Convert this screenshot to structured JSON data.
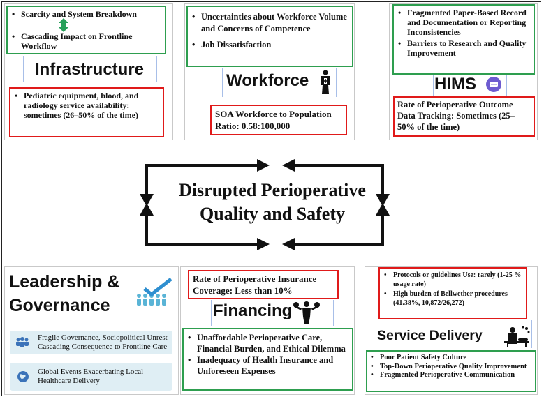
{
  "infrastructure": {
    "title": "Infrastructure",
    "green_items": [
      "Scarcity and System Breakdown",
      "Cascading Impact on Frontline Workflow"
    ],
    "red_text": "Pediatric equipment, blood, and radiology service availability: sometimes (26–50% of the time)"
  },
  "workforce": {
    "title": "Workforce",
    "green_items": [
      "Uncertainties about Workforce Volume and Concerns of Competence",
      "Job Dissatisfaction"
    ],
    "red_text": "SOA Workforce to Population Ratio: 0.58:100,000"
  },
  "hims": {
    "title": "HIMS",
    "green_items": [
      "Fragmented Paper-Based Record and Documentation or Reporting Inconsistencies",
      "Barriers to Research and Quality Improvement"
    ],
    "red_text": "Rate of Perioperative Outcome Data Tracking: Sometimes (25–50% of the time)"
  },
  "center": {
    "line1": "Disrupted Perioperative",
    "line2": "Quality and Safety"
  },
  "leadership": {
    "title_line1": "Leadership &",
    "title_line2": "Governance",
    "items": [
      "Fragile Governance, Sociopolitical Unrest Cascading Consequence to Frontline Care",
      "Global Events Exacerbating Local Healthcare Delivery"
    ]
  },
  "financing": {
    "title": "Financing",
    "red_text": "Rate of Perioperative Insurance Coverage: Less than 10%",
    "green_items": [
      "Unaffordable Perioperative Care, Financial Burden, and Ethical Dilemma",
      "Inadequacy of Health Insurance and Unforeseen Expenses"
    ]
  },
  "service": {
    "title": "Service Delivery",
    "red_items": [
      "Protocols or guidelines Use:  rarely (1-25 % usage rate)",
      "High burden of Bellwether procedures (41.38%, 10,872/26,272)"
    ],
    "green_items": [
      "Poor Patient Safety Culture",
      "Top-Down Perioperative Quality Improvement",
      "Fragmented Perioperative Communication"
    ]
  },
  "colors": {
    "green": "#2e9e4f",
    "red": "#e01a1a",
    "hims_badge": "#6d5bd0",
    "blue_item": "#dfeef4"
  }
}
